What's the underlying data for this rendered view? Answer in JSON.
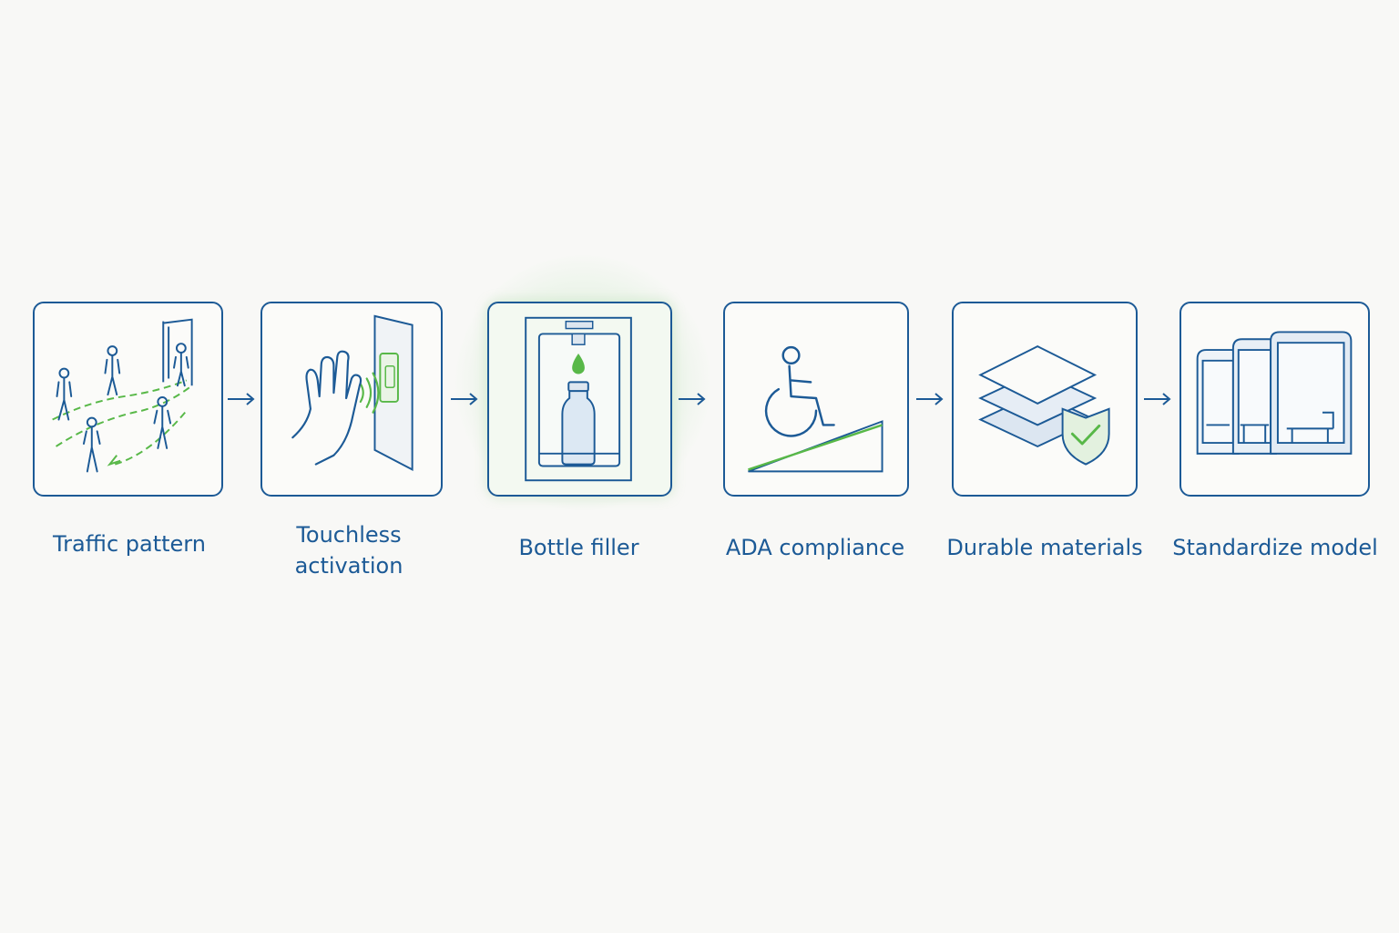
{
  "steps": [
    {
      "label": "Traffic pattern",
      "icon": "people-walking-icon"
    },
    {
      "label_line1": "Touchless",
      "label_line2": "activation",
      "icon": "hand-sensor-icon"
    },
    {
      "label": "Bottle filler",
      "icon": "bottle-filler-icon",
      "highlighted": true
    },
    {
      "label": "ADA compliance",
      "icon": "wheelchair-ramp-icon"
    },
    {
      "label": "Durable materials",
      "icon": "layers-shield-icon"
    },
    {
      "label": "Standardize model",
      "icon": "booth-units-icon"
    }
  ],
  "colors": {
    "primary": "#1c5a96",
    "accent": "#58b848",
    "background": "#f8f8f6"
  }
}
